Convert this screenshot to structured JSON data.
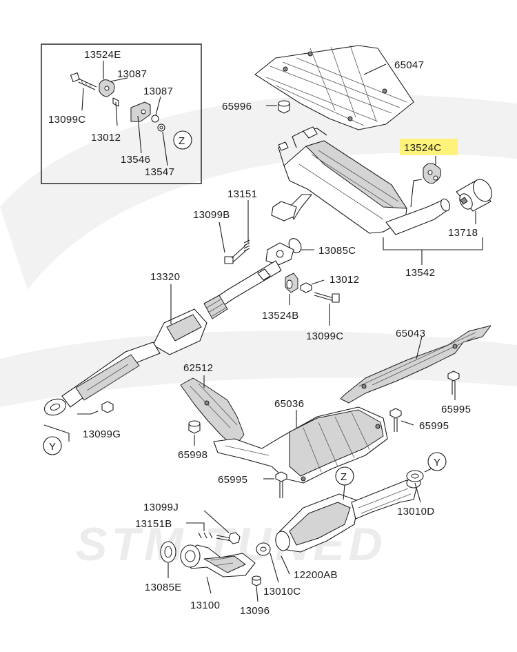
{
  "inset": {
    "labels": [
      "13524E",
      "13087",
      "13087",
      "13099C",
      "13012",
      "13546",
      "13547"
    ],
    "ref_letter": "Z"
  },
  "parts": {
    "p65047": "65047",
    "p65996": "65996",
    "p13524C": "13524C",
    "p13151": "13151",
    "p13099B": "13099B",
    "p13085C": "13085C",
    "p13718": "13718",
    "p13542": "13542",
    "p13320": "13320",
    "p13012": "13012",
    "p13524B": "13524B",
    "p13099C": "13099C",
    "p65043": "65043",
    "p62512": "62512",
    "p65036": "65036",
    "p65995a": "65995",
    "p65995b": "65995",
    "p65995c": "65995",
    "p65998": "65998",
    "p13099G": "13099G",
    "p13099J": "13099J",
    "p13151B": "13151B",
    "p13085E": "13085E",
    "p13100": "13100",
    "p13096": "13096",
    "p13010C": "13010C",
    "p12200AB": "12200AB",
    "p13010D": "13010D"
  },
  "refs": {
    "y1": "Y",
    "y2": "Y",
    "z1": "Z"
  },
  "highlight_color": "#fff27a",
  "watermark_text": "STM TUNED"
}
